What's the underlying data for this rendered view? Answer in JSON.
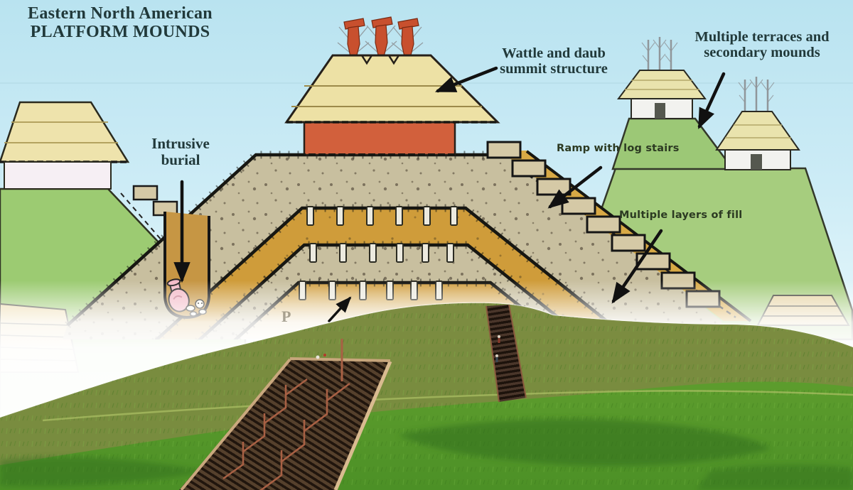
{
  "title": {
    "line1": "Eastern North American",
    "line2": "PLATFORM MOUNDS"
  },
  "labels": {
    "wattle": {
      "line1": "Wattle and daub",
      "line2": "summit structure"
    },
    "terraces": {
      "line1": "Multiple terraces and",
      "line2": "secondary mounds"
    },
    "burial": {
      "line1": "Intrusive",
      "line2": "burial"
    },
    "ramp": {
      "text": "Ramp with log stairs"
    },
    "fill": {
      "text": "Multiple layers of fill"
    },
    "partial": {
      "text": "P"
    }
  },
  "colors": {
    "sky_top": "#b9e3f0",
    "sky_bottom": "#ddf3f9",
    "label_ink": "#21393a",
    "mound_green": "#a2cb79",
    "roof_cream": "#ece0a4",
    "summit_house_red": "#d2603c",
    "fill_ochre": "#cf9c3a",
    "fill_speckled_tan": "#c8bf9f",
    "log_stair_tan": "#d5c9a6",
    "burial_pot_pink": "#f3bac7",
    "photo_grass_green": "#54a02c",
    "photo_grass_olive": "#7c8b41",
    "photo_stairs_brown": "#2e2017",
    "photo_rail_rust": "#a86044"
  }
}
